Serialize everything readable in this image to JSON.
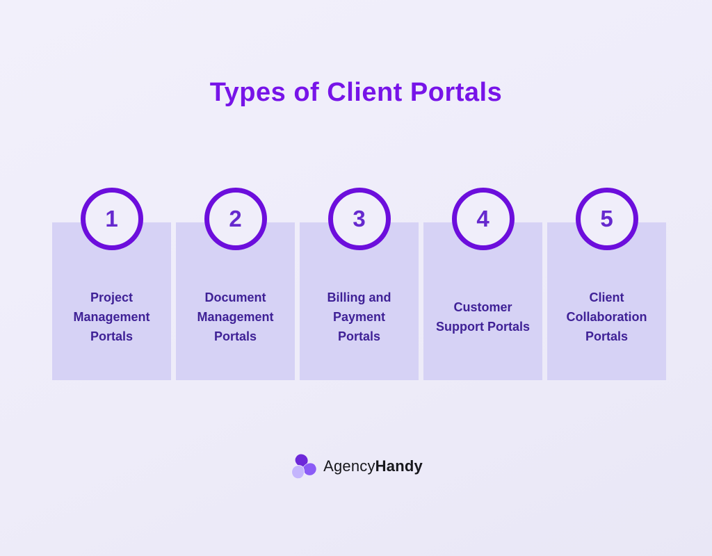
{
  "title": "Types of Client Portals",
  "cards": [
    {
      "number": "1",
      "label": "Project\nManagement\nPortals"
    },
    {
      "number": "2",
      "label": "Document\nManagement\nPortals"
    },
    {
      "number": "3",
      "label": "Billing and\nPayment\nPortals"
    },
    {
      "number": "4",
      "label": "Customer\nSupport Portals"
    },
    {
      "number": "5",
      "label": "Client\nCollaboration\nPortals"
    }
  ],
  "footer": {
    "brand_regular": "Agency",
    "brand_bold": "Handy"
  },
  "colors": {
    "page_background": "#EFEDF9",
    "title_text": "#7714E8",
    "circle_border": "#6C0EDC",
    "circle_fill": "#F0EEFA",
    "circle_number": "#6629CE",
    "card_background": "#D6D2F5",
    "card_text": "#3F2196",
    "brand_text": "#17171C",
    "logo_dark": "#6D28D9",
    "logo_mid": "#8B5CF6",
    "logo_light": "#C4B5FD"
  }
}
